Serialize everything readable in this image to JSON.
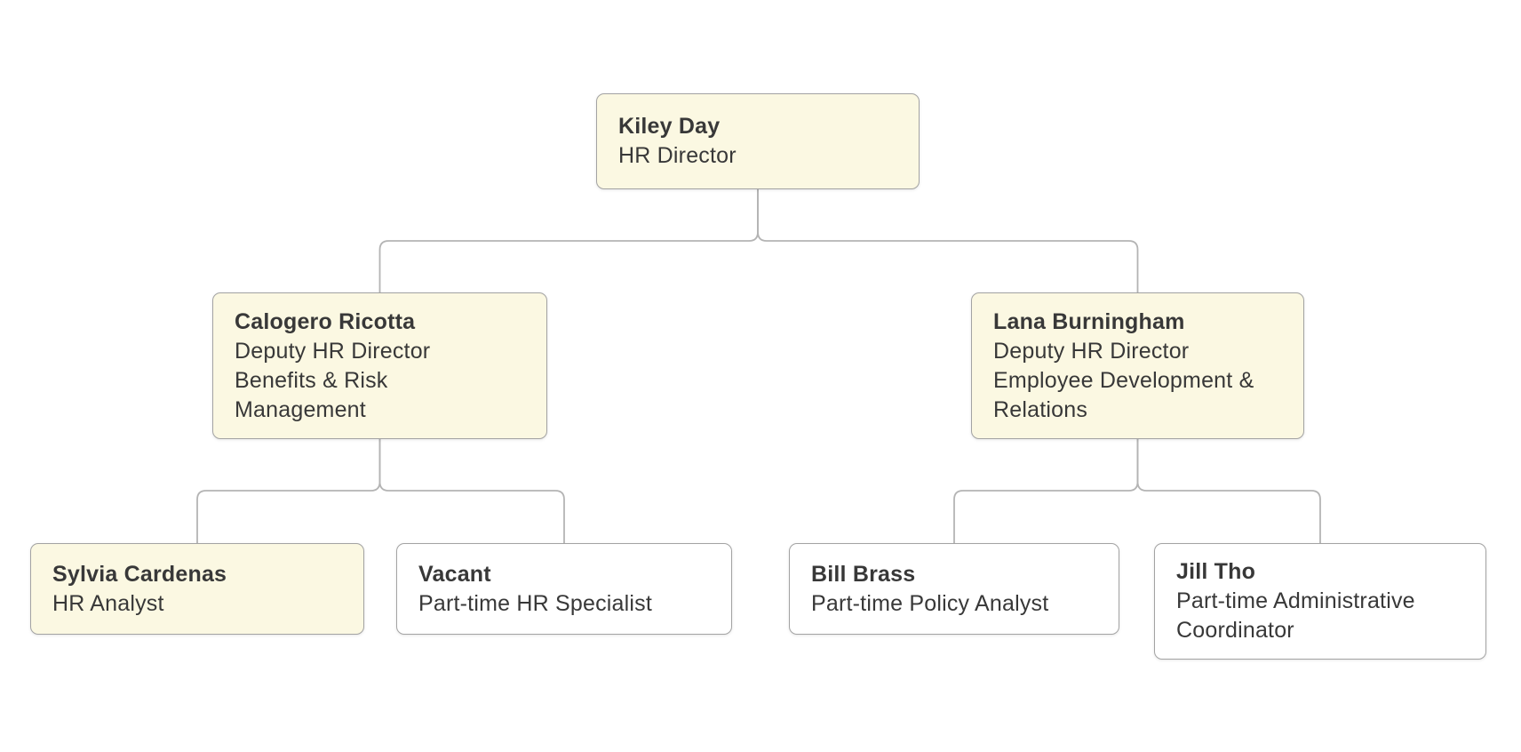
{
  "page": {
    "background": "#ffffff"
  },
  "colors": {
    "filled_node_background": "#fbf8e2",
    "outline_node_background": "#ffffff",
    "node_border": "#a3a3a3",
    "connector_line": "#b4b4b4",
    "text": "#383838"
  },
  "org_chart": {
    "nodes": [
      {
        "id": "kiley",
        "name": "Kiley Day",
        "title_lines": [
          "HR Director"
        ],
        "variant": "filled"
      },
      {
        "id": "calogero",
        "name": "Calogero Ricotta",
        "title_lines": [
          "Deputy HR Director",
          "Benefits & Risk",
          "Management"
        ],
        "variant": "filled"
      },
      {
        "id": "lana",
        "name": "Lana Burningham",
        "title_lines": [
          "Deputy HR Director",
          "Employee Development &",
          "Relations"
        ],
        "variant": "filled"
      },
      {
        "id": "sylvia",
        "name": "Sylvia Cardenas",
        "title_lines": [
          "HR Analyst"
        ],
        "variant": "filled"
      },
      {
        "id": "vacant",
        "name": "Vacant",
        "title_lines": [
          "Part-time HR Specialist"
        ],
        "variant": "outline"
      },
      {
        "id": "bill",
        "name": "Bill Brass",
        "title_lines": [
          "Part-time Policy Analyst"
        ],
        "variant": "outline"
      },
      {
        "id": "jill",
        "name": "Jill Tho",
        "title_lines": [
          "Part-time Administrative",
          "Coordinator"
        ],
        "variant": "outline"
      }
    ],
    "edges": [
      {
        "from": "kiley",
        "to": "calogero"
      },
      {
        "from": "kiley",
        "to": "lana"
      },
      {
        "from": "calogero",
        "to": "sylvia"
      },
      {
        "from": "calogero",
        "to": "vacant"
      },
      {
        "from": "lana",
        "to": "bill"
      },
      {
        "from": "lana",
        "to": "jill"
      }
    ]
  }
}
